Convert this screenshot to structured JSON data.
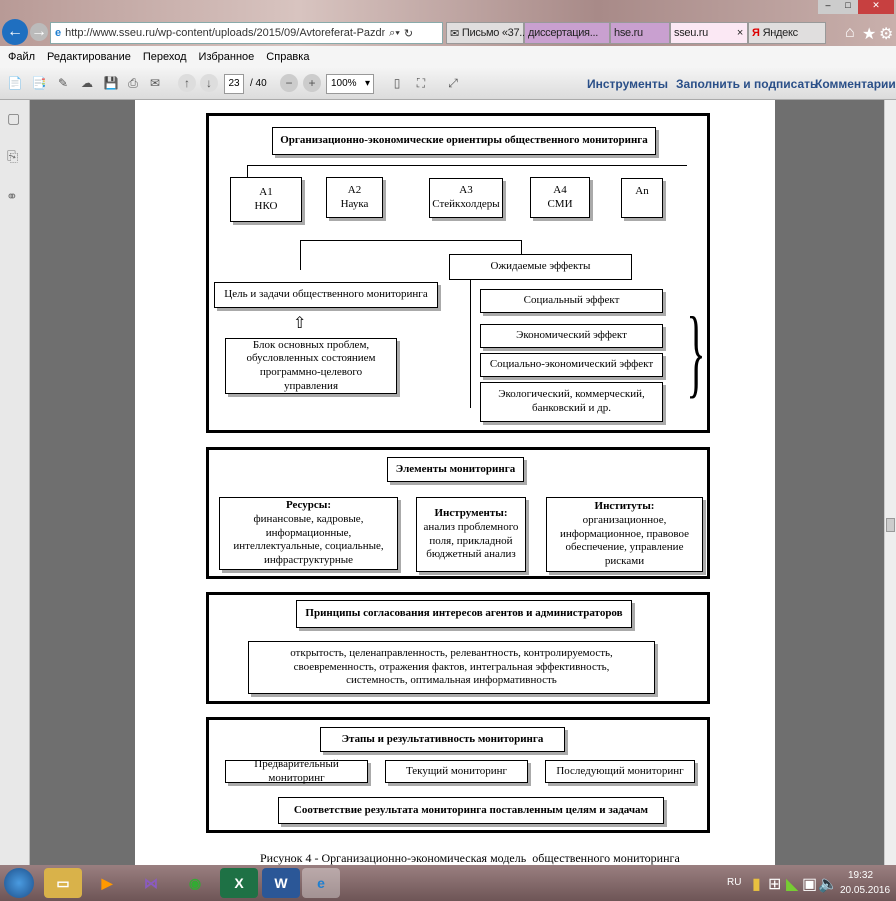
{
  "browser": {
    "url": "http://www.sseu.ru/wp-content/uploads/2015/09/Avtoreferat-Pazdnikovoy-N.P..pdf",
    "tabs": [
      {
        "label": "Письмо «37..."
      },
      {
        "label": "диссертация..."
      },
      {
        "label": "hse.ru"
      },
      {
        "label": "sseu.ru",
        "active": true
      },
      {
        "label": "Яндекс"
      }
    ],
    "window_controls": [
      "minimize-icon",
      "maximize-icon",
      "close-icon"
    ]
  },
  "menu": [
    "Файл",
    "Редактирование",
    "Переход",
    "Избранное",
    "Справка"
  ],
  "pdf_toolbar": {
    "page": "23",
    "total": "/ 40",
    "zoom": "100%",
    "links": [
      "Инструменты",
      "Заполнить и подписать",
      "Комментарии"
    ]
  },
  "diagram": {
    "b1": {
      "title": "Организационно-экономические ориентиры общественного мониторинга",
      "agents": [
        [
          "А1",
          "НКО"
        ],
        [
          "А2",
          "Наука"
        ],
        [
          "А3",
          "Стейкхолдеры"
        ],
        [
          "А4",
          "СМИ"
        ],
        [
          "Аn",
          ""
        ]
      ],
      "goal": "Цель и задачи общественного мониторинга",
      "problems": "Блок основных проблем, обусловленных состоянием программно-целевого управления",
      "effects_title": "Ожидаемые эффекты",
      "effects": [
        "Социальный эффект",
        "Экономический эффект",
        "Социально-экономический эффект",
        "Экологический, коммерческий, банковский и др."
      ]
    },
    "b2": {
      "title": "Элементы мониторинга",
      "resources_t": "Ресурсы:",
      "resources": "финансовые, кадровые, информационные, интеллектуальные, социальные, инфраструктурные",
      "tools_t": "Инструменты:",
      "tools": "анализ проблемного поля, прикладной бюджетный анализ",
      "inst_t": "Институты:",
      "inst": "организационное, информационное, правовое обеспечение, управление рисками"
    },
    "b3": {
      "title": "Принципы согласования интересов агентов и администраторов",
      "text": "открытость, целенаправленность, релевантность, контролируемость, своевременность, отражения фактов, интегральная эффективность, системность, оптимальная информативность"
    },
    "b4": {
      "title": "Этапы и результативность мониторинга",
      "stages": [
        "Предварительный мониторинг",
        "Текущий мониторинг",
        "Последующий мониторинг"
      ],
      "result": "Соответствие результата мониторинга поставленным целям и задачам"
    },
    "caption": "Рисунок 4 - Организационно-экономическая модель  общественного мониторинга"
  },
  "tray": {
    "lang": "RU",
    "time": "19:32",
    "date": "20.05.2016"
  }
}
